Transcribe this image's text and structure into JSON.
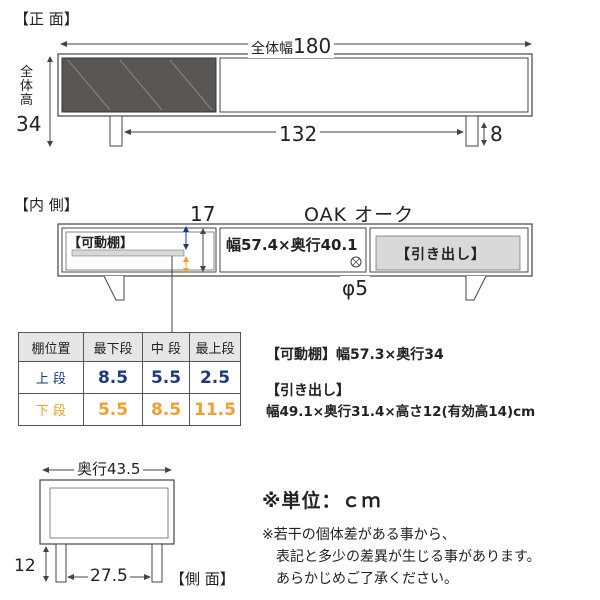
{
  "front": {
    "section_label": "【正 面】",
    "total_width_label": "全体幅",
    "total_width": "180",
    "height_label": [
      "全",
      "体",
      "高"
    ],
    "height": "34",
    "leg_span": "132",
    "leg_height": "8"
  },
  "inside": {
    "section_label": "【内 側】",
    "shelf_tag": "【可動棚】",
    "top_value": "17",
    "material": "OAK オーク",
    "compartment": "幅57.4×奥行40.1",
    "drawer_tag": "【引き出し】",
    "hole": "φ5"
  },
  "shelf_table": {
    "headers": [
      "棚位置",
      "最下段",
      "中 段",
      "最上段"
    ],
    "rows": [
      {
        "label": "上 段",
        "values": [
          "8.5",
          "5.5",
          "2.5"
        ]
      },
      {
        "label": "下 段",
        "values": [
          "5.5",
          "8.5",
          "11.5"
        ]
      }
    ]
  },
  "specs": {
    "shelf_title": "【可動棚】",
    "shelf_size": "幅57.3×奥行34",
    "drawer_title": "【引き出し】",
    "drawer_size": "幅49.1×奥行31.4×高さ12(有効高14)cm"
  },
  "side": {
    "section_label": "【側 面】",
    "depth_label": "奥行43.5",
    "height": "12",
    "leg_span": "27.5"
  },
  "notes": {
    "unit": "※単位：ｃｍ",
    "line1": "※若干の個体差がある事から、",
    "line2": "表記と多少の差異が生じる事があります。",
    "line3": "あらかじめご了承ください。"
  },
  "colors": {
    "blue": "#1e3a78",
    "orange": "#f0a030",
    "glass": "#5a5654"
  }
}
